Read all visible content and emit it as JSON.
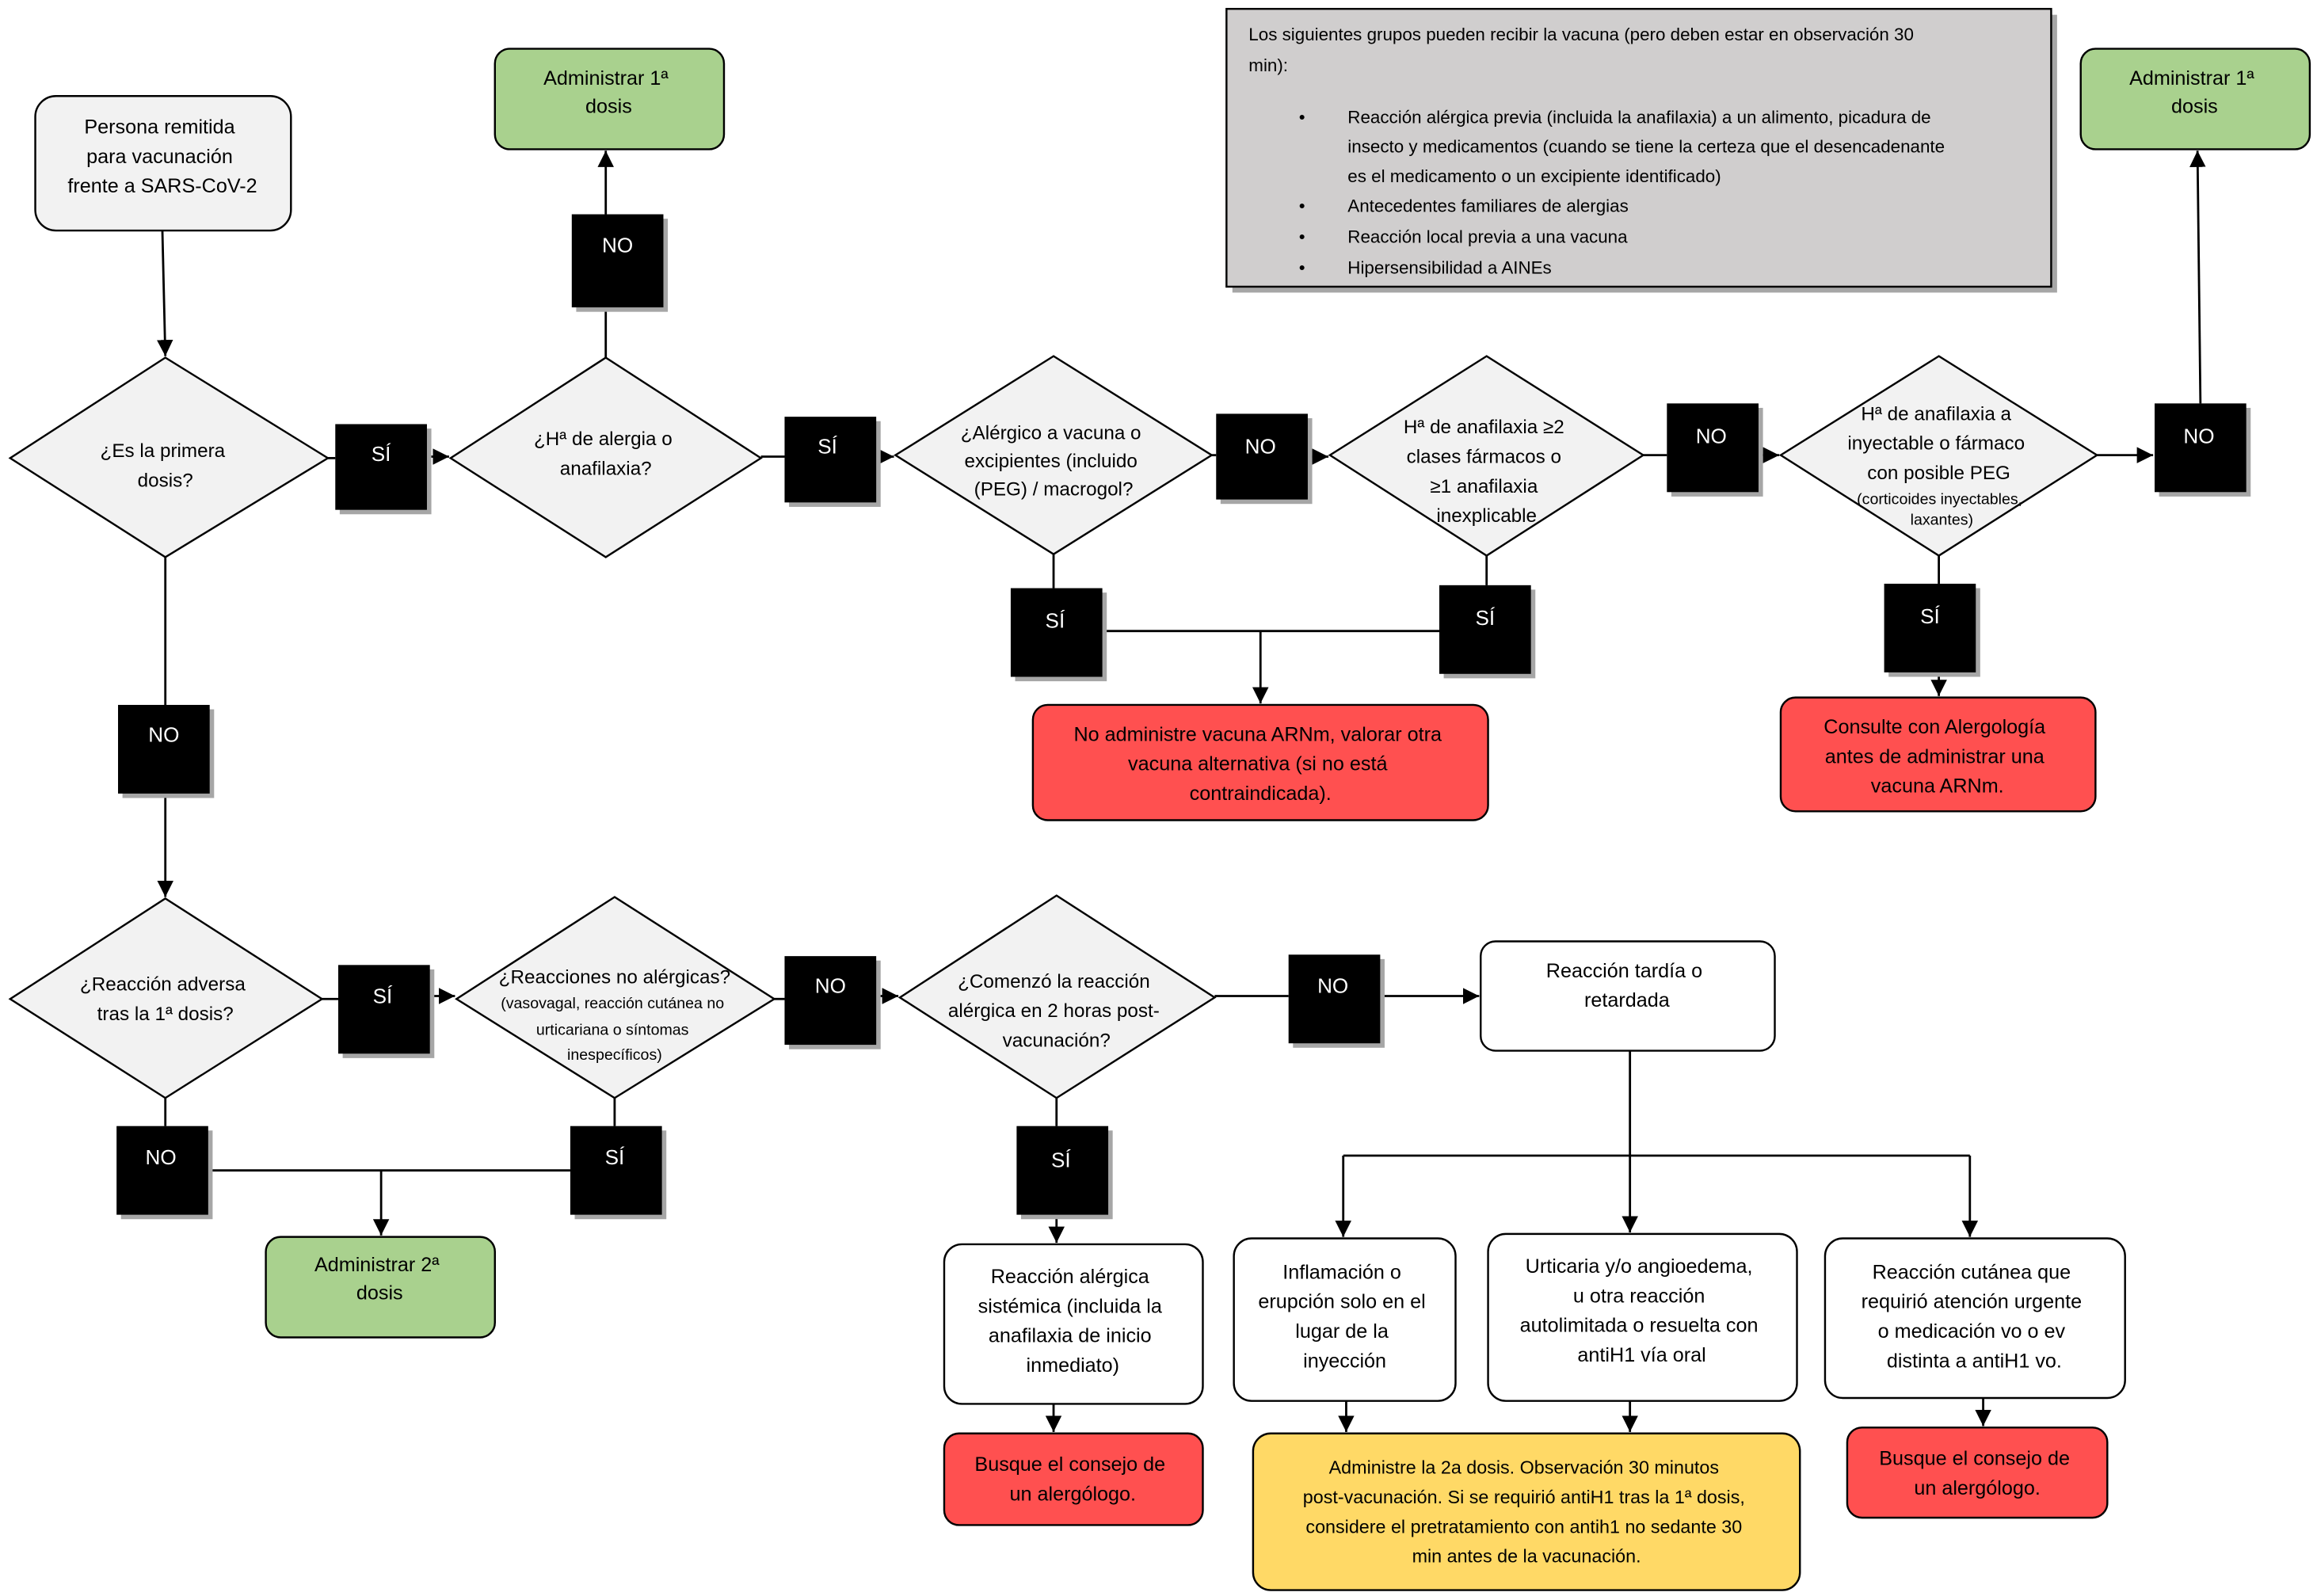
{
  "colors": {
    "process_fill": "#f2f2f2",
    "outcome_fill": "#ffffff",
    "administer": "#a9d18e",
    "stop": "#ff5050",
    "caution": "#ffd966",
    "note": "#d0cece",
    "label": "#000000"
  },
  "diagram": {
    "start": {
      "lines": [
        "Persona remitida",
        "para vacunación",
        "frente a SARS-CoV-2"
      ]
    },
    "q_first_dose": {
      "lines": [
        "¿Es la primera",
        "dosis?"
      ]
    },
    "q_allergy_history": {
      "lines": [
        "¿Hª de alergia o",
        "anafilaxia?"
      ]
    },
    "admin_first_dose_a": {
      "lines": [
        "Administrar 1ª",
        "dosis"
      ]
    },
    "q_vaccine_allergy": {
      "lines": [
        "¿Alérgico a vacuna o",
        "excipientes (incluido",
        "(PEG) / macrogol?"
      ]
    },
    "q_anaphylaxis_drugs": {
      "lines": [
        "Hª de anafilaxia  ≥2",
        "clases fármacos o",
        "≥1 anafilaxia",
        "inexplicable"
      ]
    },
    "q_anaphylaxis_peg": {
      "lines": [
        "Hª de anafilaxia a",
        "inyectable o fármaco",
        "con posible PEG"
      ],
      "note_lines": [
        "(corticoides inyectables,",
        "laxantes)"
      ]
    },
    "admin_first_dose_b": {
      "lines": [
        "Administrar 1ª",
        "dosis"
      ]
    },
    "observation_note": {
      "intro": [
        "Los siguientes grupos pueden recibir la vacuna (pero deben estar en observación 30",
        "min):"
      ],
      "bullet_glyph": "•",
      "bullets": [
        {
          "lines": [
            "Reacción alérgica previa (incluida la anafilaxia) a un alimento, picadura de",
            "insecto y medicamentos (cuando se tiene la certeza que el desencadenante",
            "es el medicamento o un excipiente identificado)"
          ]
        },
        {
          "lines": [
            "Antecedentes familiares de alergias"
          ]
        },
        {
          "lines": [
            "Reacción local previa a una vacuna"
          ]
        },
        {
          "lines": [
            "Hipersensibilidad a AINEs"
          ]
        }
      ]
    },
    "no_mrna": {
      "lines": [
        "No administre vacuna ARNm, valorar otra",
        "vacuna alternativa (si no está",
        "contraindicada)."
      ]
    },
    "consult_allergy": {
      "lines": [
        "Consulte con Alergología",
        "antes de administrar una",
        "vacuna ARNm."
      ]
    },
    "q_adverse_reaction": {
      "lines": [
        "¿Reacción adversa",
        "tras la 1ª dosis?"
      ]
    },
    "q_non_allergic": {
      "lines": [
        "¿Reacciones no alérgicas?"
      ],
      "note_lines": [
        "(vasovagal, reacción cutánea no",
        "urticariana o síntomas",
        "inespecíficos)"
      ]
    },
    "q_onset_2h": {
      "lines": [
        "¿Comenzó la reacción",
        "alérgica en 2 horas post-",
        "vacunación?"
      ]
    },
    "late_reaction": {
      "lines": [
        "Reacción tardía o",
        "retardada"
      ]
    },
    "admin_second_dose": {
      "lines": [
        "Administrar 2ª",
        "dosis"
      ]
    },
    "systemic_reaction": {
      "lines": [
        "Reacción alérgica",
        "sistémica (incluida la",
        "anafilaxia de inicio",
        "inmediato)"
      ]
    },
    "seek_advice_a": {
      "lines": [
        "Busque el consejo de",
        "un alergólogo."
      ]
    },
    "local_reaction": {
      "lines": [
        "Inflamación o",
        "erupción solo en el",
        "lugar de la",
        "inyección"
      ]
    },
    "urticaria": {
      "lines": [
        "Urticaria y/o angioedema,",
        "u otra reacción",
        "autolimitada o resuelta con",
        "antiH1 vía oral"
      ]
    },
    "urgent_skin": {
      "lines": [
        "Reacción cutánea que",
        "requirió atención urgente",
        "o medicación  vo o ev",
        "distinta a antiH1 vo."
      ]
    },
    "second_dose_obs": {
      "lines": [
        "Administre la 2a dosis. Observación 30 minutos",
        "post-vacunación. Si se requirió antiH1 tras la 1ª dosis,",
        "considere el pretratamiento con antih1 no sedante 30",
        "min antes de la vacunación."
      ]
    },
    "seek_advice_b": {
      "lines": [
        "Busque el consejo de",
        "un alergólogo."
      ]
    }
  },
  "edge_labels": {
    "d1_yes": "SÍ",
    "d1_no": "NO",
    "d2_no": "NO",
    "d2_yes": "SÍ",
    "d3_no": "NO",
    "d3_yes": "SÍ",
    "d4_no": "NO",
    "d4_yes": "SÍ",
    "d5_no": "NO",
    "d5_yes": "SÍ",
    "d6_yes": "SÍ",
    "d6_no": "NO",
    "d7_no": "NO",
    "d7_yes": "SÍ",
    "d8_no": "NO",
    "d8_yes": "SÍ"
  }
}
